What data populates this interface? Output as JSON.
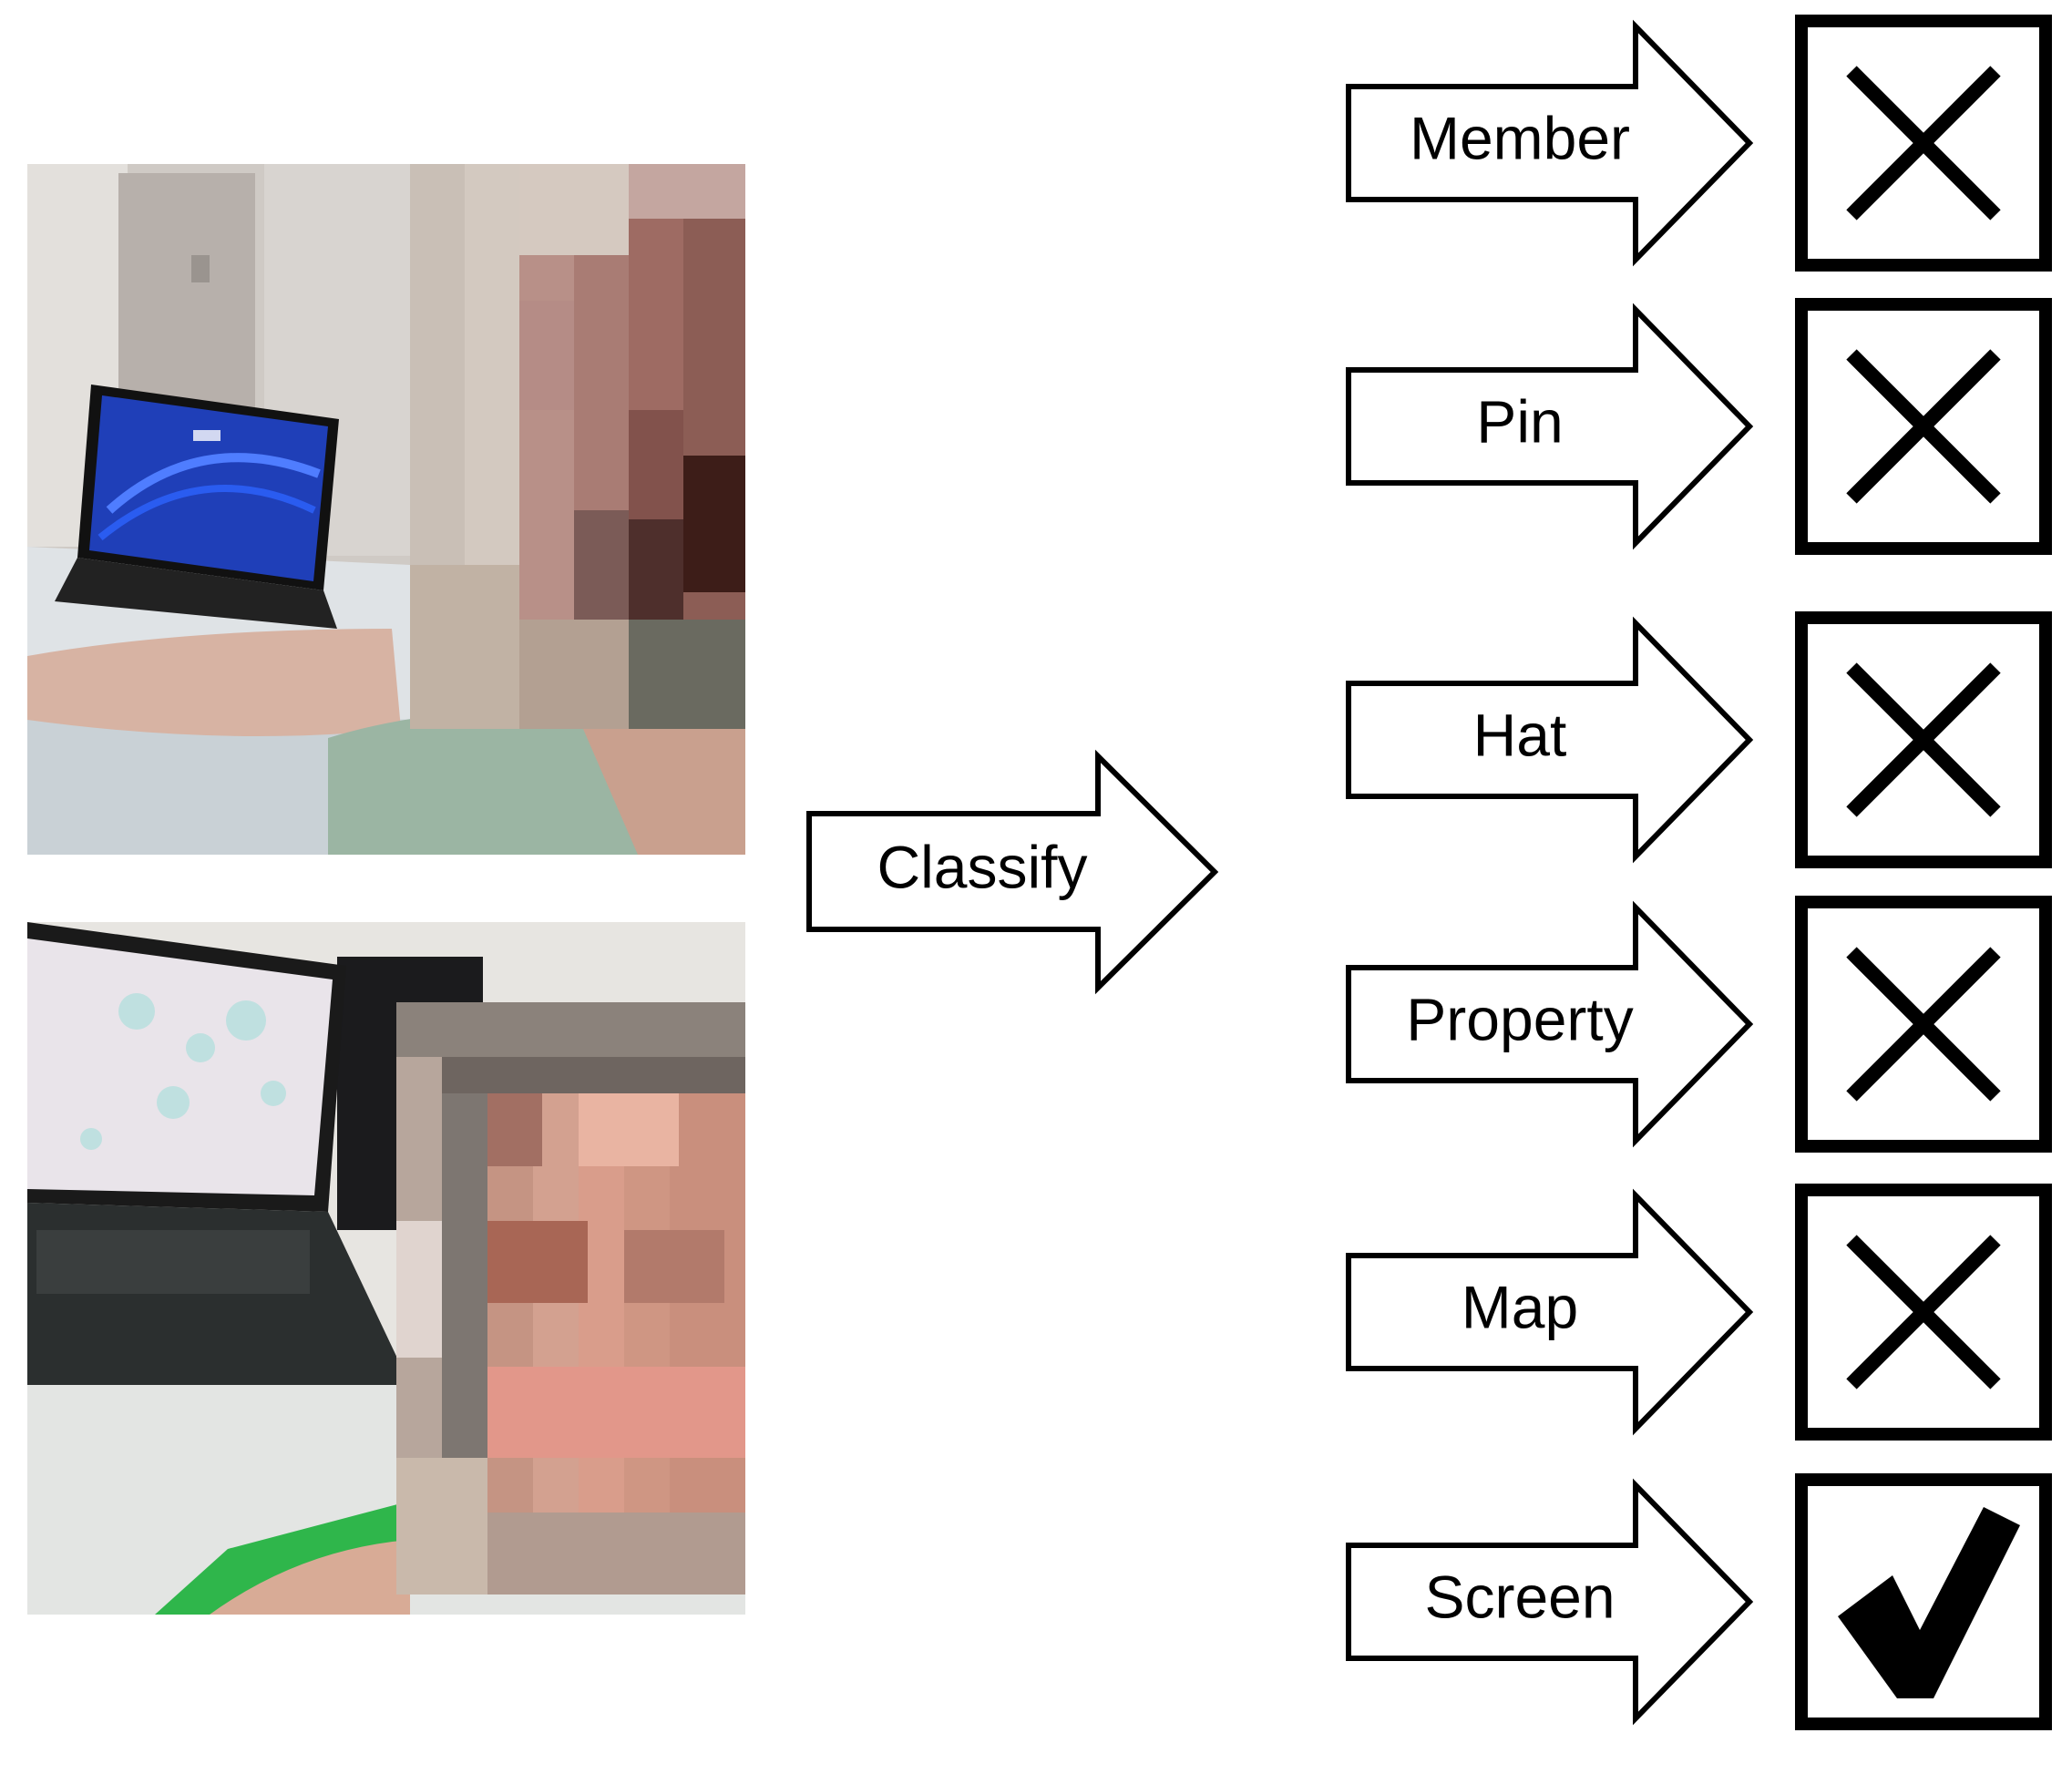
{
  "input_photos": [
    {
      "label": "",
      "description_icon": "photo-laptop-blue-screen-person"
    },
    {
      "label": "",
      "description_icon": "photo-laptop-map-screen-person"
    }
  ],
  "classify_arrow": {
    "label": "Classify"
  },
  "classes": [
    {
      "label": "Member",
      "result": "cross"
    },
    {
      "label": "Pin",
      "result": "cross"
    },
    {
      "label": "Hat",
      "result": "cross"
    },
    {
      "label": "Property",
      "result": "cross"
    },
    {
      "label": "Map",
      "result": "cross"
    },
    {
      "label": "Screen",
      "result": "check"
    }
  ],
  "colors": {
    "stroke": "#000000",
    "fill": "#ffffff",
    "photo1_wall": "#cfcac6",
    "photo1_screen": "#1f3fb8",
    "photo2_screen": "#e9e4ea",
    "green_strip": "#2fb64b"
  }
}
